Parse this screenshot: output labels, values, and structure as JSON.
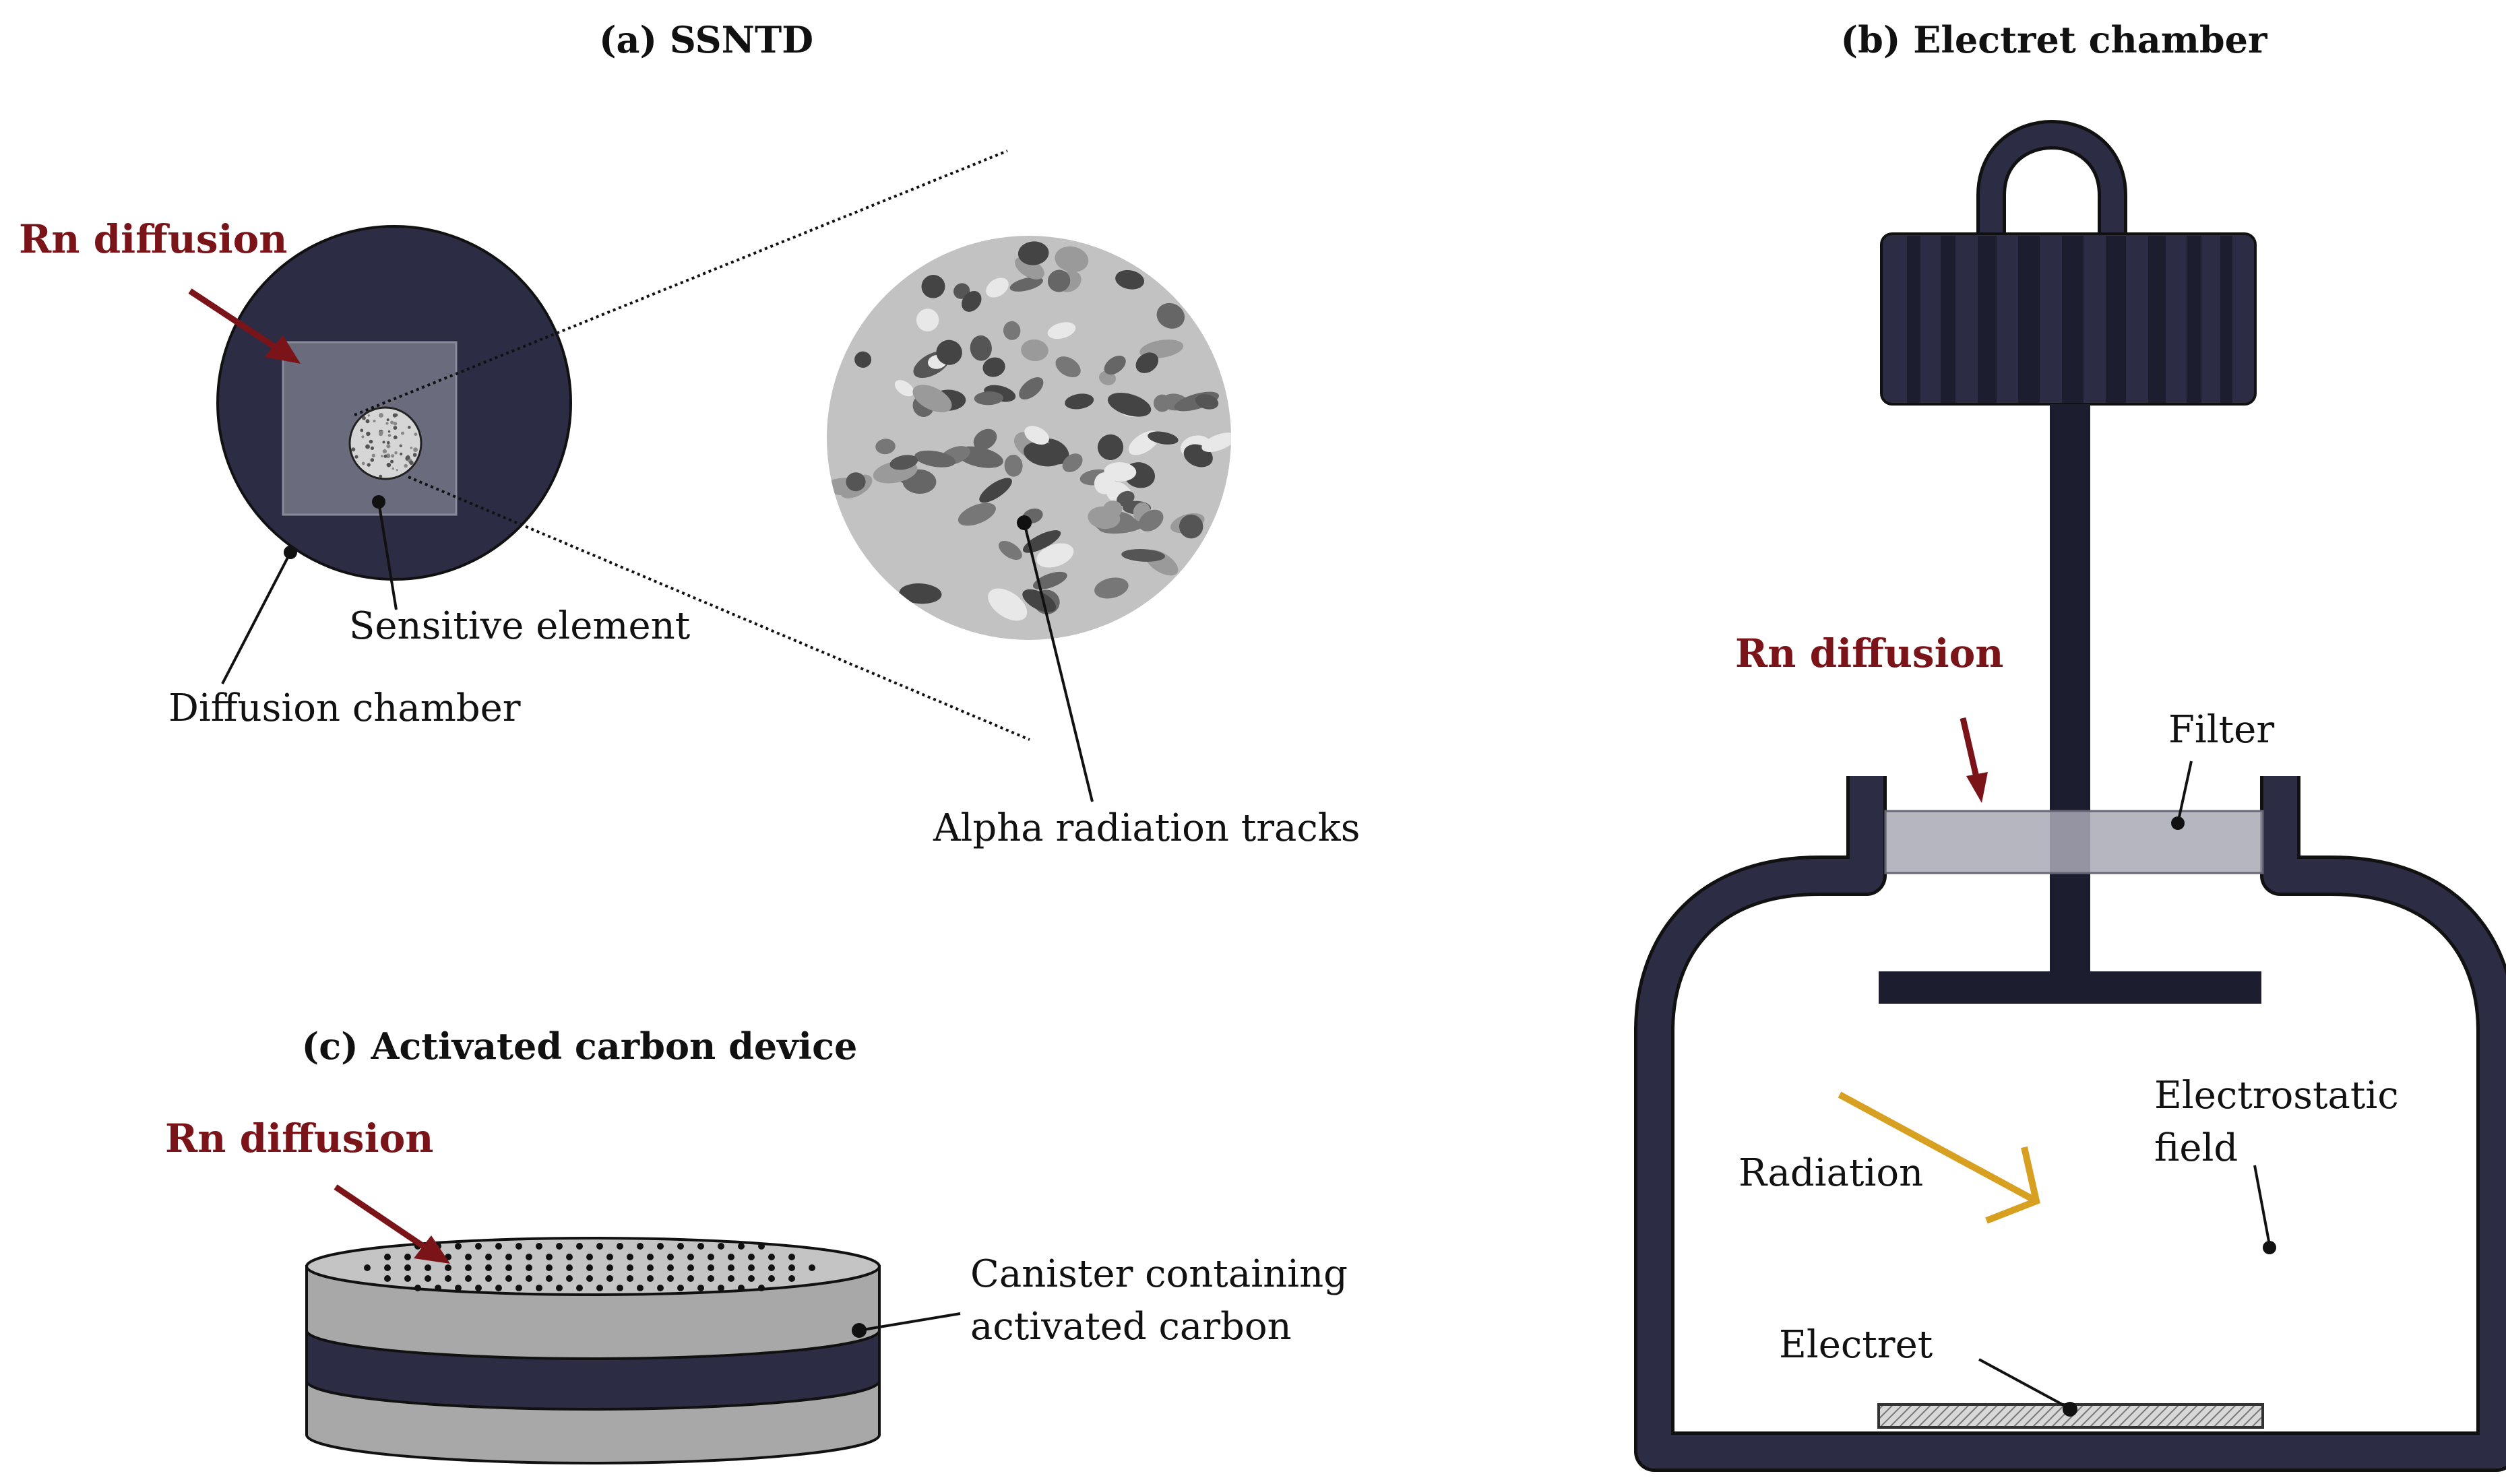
{
  "colors": {
    "navy": "#2c2d45",
    "dark_navy": "#1c1d2e",
    "rn_arrow": "#7a1418",
    "radiation_arrow": "#d8a020",
    "detector_gray": "#c2c2c2",
    "filter_gray": "#a9a9b6"
  },
  "panel_a": {
    "title": "(a) SSNTD",
    "rn_diffusion": "Rn diffusion",
    "sensitive_element": "Sensitive element",
    "diffusion_chamber": "Diffusion chamber",
    "alpha_tracks": "Alpha radiation tracks"
  },
  "panel_b": {
    "title": "(b) Electret chamber",
    "rn_diffusion": "Rn diffusion",
    "filter": "Filter",
    "electrostatic_line1": "Electrostatic",
    "electrostatic_line2": "field",
    "radiation": "Radiation",
    "electret": "Electret"
  },
  "panel_c": {
    "title": "(c) Activated carbon device",
    "rn_diffusion": "Rn diffusion",
    "canister_line1": "Canister containing",
    "canister_line2": "activated carbon"
  }
}
